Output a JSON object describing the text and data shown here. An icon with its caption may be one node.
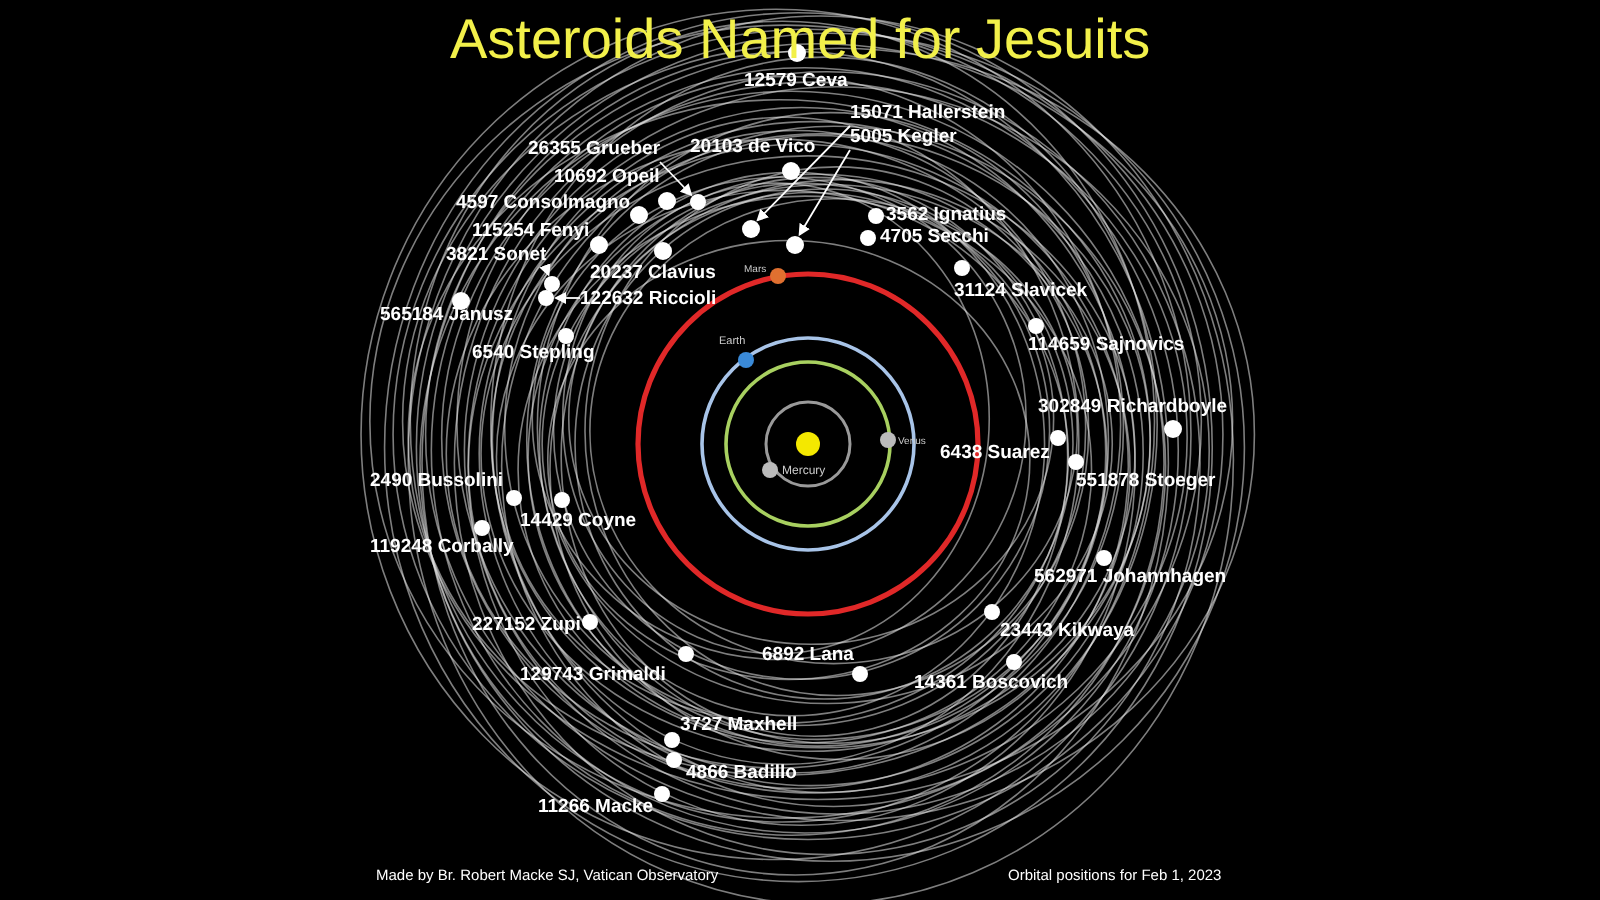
{
  "diagram": {
    "title": "Asteroids Named for Jesuits",
    "caption": "Orbital positions for Feb 1, 2023",
    "nodes": [
      {
        "text": [],
        "shape": "circle"
      },
      {
        "text": [],
        "shape": "circle",
        "beside": [
          "Mercury"
        ]
      },
      {
        "text": [],
        "shape": "circle",
        "beside": [
          "Venus"
        ]
      },
      {
        "text": [],
        "shape": "circle",
        "beside": [
          "Earth"
        ]
      },
      {
        "text": [],
        "shape": "circle",
        "beside": [
          "Mars"
        ]
      },
      {
        "text": [],
        "shape": "circle",
        "beside": [
          "12579 Ceva"
        ]
      },
      {
        "text": [
          "26355 Grueber"
        ]
      },
      {
        "text": [],
        "shape": "circle"
      },
      {
        "text": [],
        "shape": "circle",
        "beside": [
          "20103 de Vico"
        ]
      },
      {
        "text": [
          "15071 Hallerstein"
        ]
      },
      {
        "text": [
          "5005 Kegler"
        ]
      },
      {
        "text": [],
        "shape": "circle",
        "beside": [
          "10692 Opeil"
        ]
      },
      {
        "text": [],
        "shape": "circle",
        "beside": [
          "4597 Consolmagno"
        ]
      },
      {
        "text": [],
        "shape": "circle"
      },
      {
        "text": [],
        "shape": "circle"
      },
      {
        "text": [],
        "shape": "circle",
        "beside": [
          "3562 Ignatius"
        ]
      },
      {
        "text": [],
        "shape": "circle",
        "beside": [
          "4705 Secchi"
        ]
      },
      {
        "text": [],
        "shape": "circle",
        "beside": [
          "115254 Fenyi"
        ]
      },
      {
        "text": [],
        "shape": "circle",
        "beside": [
          "20237 Clavius"
        ]
      },
      {
        "text": [
          "3821 Sonet"
        ]
      },
      {
        "text": [],
        "shape": "circle"
      },
      {
        "text": [],
        "shape": "circle"
      },
      {
        "text": [
          "122632 Riccioli"
        ]
      },
      {
        "text": [],
        "shape": "circle",
        "beside": [
          "31124 Slavicek"
        ]
      },
      {
        "text": [],
        "shape": "circle",
        "beside": [
          "565184 Janusz"
        ]
      },
      {
        "text": [],
        "shape": "circle",
        "beside": [
          "6540 Stepling"
        ]
      },
      {
        "text": [],
        "shape": "circle",
        "beside": [
          "114659 Sajnovics"
        ]
      },
      {
        "text": [],
        "shape": "circle",
        "beside": [
          "302849 Richardboyle"
        ]
      },
      {
        "text": [],
        "shape": "circle",
        "beside": [
          "6438 Suarez"
        ]
      },
      {
        "text": [],
        "shape": "circle",
        "beside": [
          "551878 Stoeger"
        ]
      },
      {
        "text": [],
        "shape": "circle",
        "beside": [
          "2490 Bussolini"
        ]
      },
      {
        "text": [],
        "shape": "circle",
        "beside": [
          "14429 Coyne"
        ]
      },
      {
        "text": [],
        "shape": "circle",
        "beside": [
          "119248 Corbally"
        ]
      },
      {
        "text": [],
        "shape": "circle",
        "beside": [
          "562971 Johannhagen"
        ]
      },
      {
        "text": [],
        "shape": "circle",
        "beside": [
          "23443 Kikwaya"
        ]
      },
      {
        "text": [],
        "shape": "circle",
        "beside": [
          "227152 Zupi"
        ]
      },
      {
        "text": [],
        "shape": "circle",
        "beside": [
          "129743 Grimaldi"
        ]
      },
      {
        "text": [],
        "shape": "circle",
        "beside": [
          "6892 Lana"
        ]
      },
      {
        "text": [],
        "shape": "circle",
        "beside": [
          "14361 Boscovich"
        ]
      },
      {
        "text": [],
        "shape": "circle",
        "beside": [
          "3727 Maxhell"
        ]
      },
      {
        "text": [],
        "shape": "circle",
        "beside": [
          "4866 Badillo"
        ]
      },
      {
        "text": [],
        "shape": "circle",
        "beside": [
          "11266 Macke"
        ]
      }
    ],
    "edges": [
      {
        "from": 6,
        "to": 7,
        "arrow": "to"
      },
      {
        "from": 9,
        "to": 13,
        "arrow": "to"
      },
      {
        "from": 10,
        "to": 14,
        "arrow": "to"
      },
      {
        "from": 19,
        "to": 20,
        "arrow": "to"
      },
      {
        "from": 22,
        "to": 21,
        "arrow": "to"
      }
    ],
    "labels": [
      "Made by Br. Robert Macke SJ, Vatican Observatory"
    ]
  }
}
